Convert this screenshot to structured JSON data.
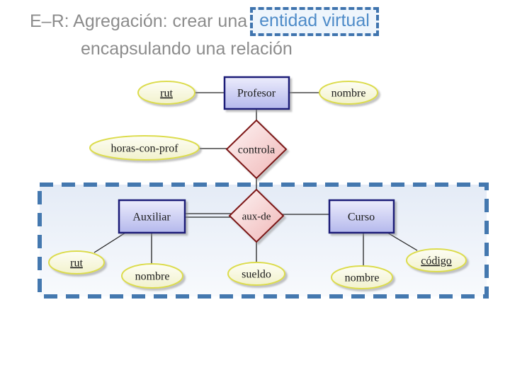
{
  "title": {
    "line1_prefix": "E–R: Agregación: crear una",
    "highlight": "entidad virtual",
    "line2": "encapsulando una relación"
  },
  "diagram": {
    "entities": [
      {
        "label": "Profesor"
      },
      {
        "label": "Auxiliar"
      },
      {
        "label": "Curso"
      }
    ],
    "relationships": [
      {
        "label": "controla"
      },
      {
        "label": "aux-de"
      }
    ],
    "attributes": [
      {
        "label": "rut",
        "key": true
      },
      {
        "label": "nombre",
        "key": false
      },
      {
        "label": "horas-con-prof",
        "key": false
      },
      {
        "label": "rut",
        "key": true
      },
      {
        "label": "nombre",
        "key": false
      },
      {
        "label": "sueldo",
        "key": false
      },
      {
        "label": "nombre",
        "key": false
      },
      {
        "label": "código",
        "key": true
      }
    ]
  },
  "colors": {
    "title_gray": "#8c8c8c",
    "highlight_blue_text": "#4e8bc8",
    "highlight_dashed_border": "#3f74ae",
    "aggregation_dashed_border": "#4478af",
    "aggregation_fill": "#e4ebf6",
    "entity_border": "#1c1c78",
    "entity_fill": "#b4b8ec",
    "relationship_border": "#7d1616",
    "relationship_fill": "#f0b6b6",
    "attribute_border": "#dcdc4e",
    "attribute_fill": "#f9f9e4",
    "connector_line": "#222222"
  }
}
